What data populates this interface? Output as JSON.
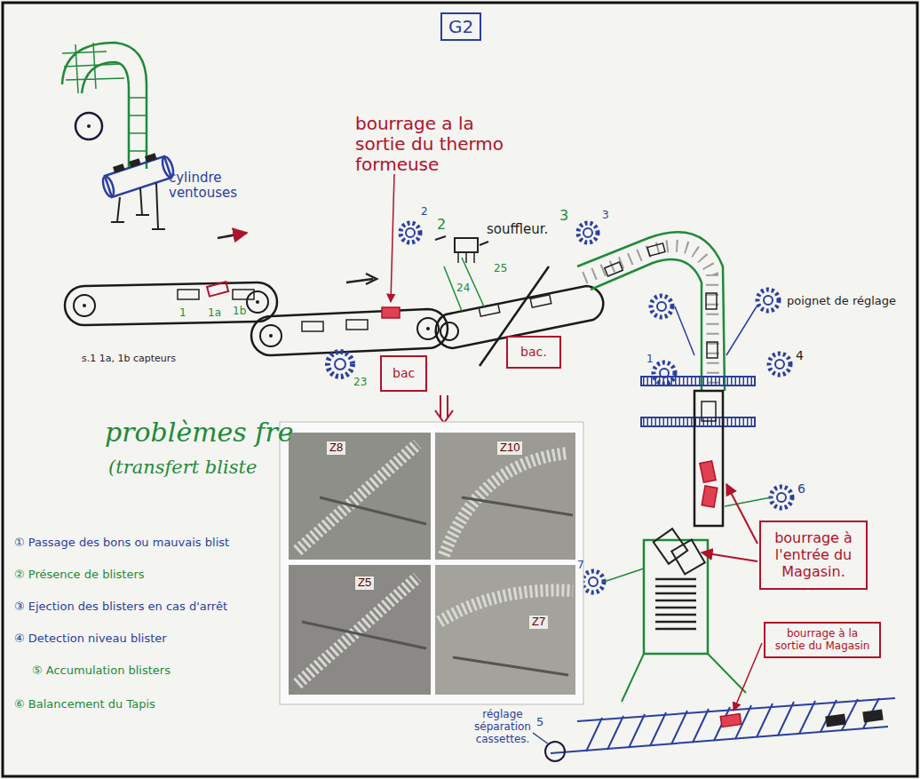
{
  "diagram": {
    "nodes": [
      {
        "text": [
          "G2"
        ]
      },
      {
        "text": [
          "bac"
        ]
      },
      {
        "text": [
          "bac."
        ]
      },
      {
        "text": [
          "bourrage à l'entrée du Magasin."
        ]
      },
      {
        "text": [
          "bourrage à la sortie du Magasin"
        ]
      }
    ],
    "labels": [
      "cylindre ventouses",
      "bourrage a la sortie du thermo formeuse",
      "souffleur.",
      "s.1 1a, 1b capteurs",
      "1",
      "1a",
      "1b",
      "2",
      "2",
      "3",
      "3",
      "23",
      "24",
      "25",
      "poignet de réglage",
      "1",
      "4",
      "6",
      "7",
      "5",
      "réglage séparation cassettes.",
      "problèmes fre",
      "(transfert bliste",
      "① Passage des bons ou mauvais blist",
      "② Présence de blisters",
      "③ Ejection des blisters en cas d'arrêt",
      "④ Detection niveau blister",
      "⑤ Accumulation blisters",
      "⑥ Balancement du Tapis",
      "Z8",
      "Z10",
      "Z5",
      "Z7"
    ]
  }
}
